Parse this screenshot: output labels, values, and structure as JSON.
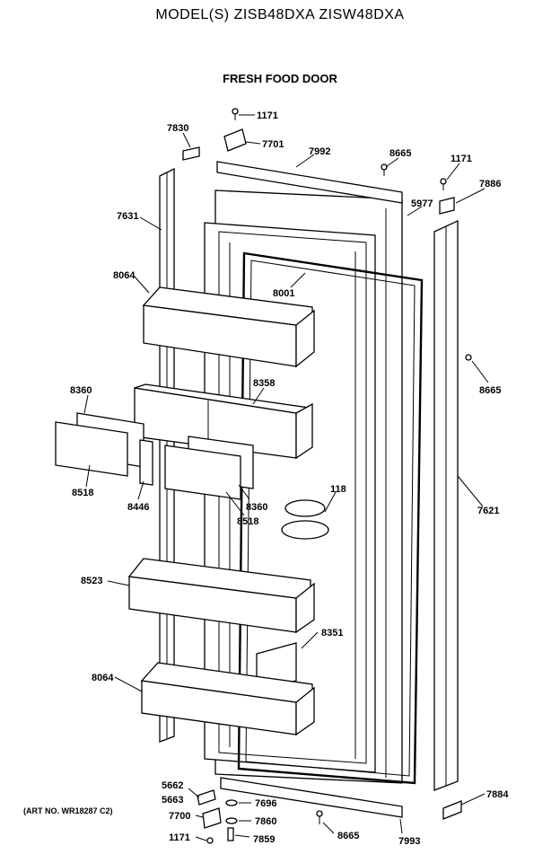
{
  "header": {
    "title": "MODEL(S) ZISB48DXA  ZISW48DXA",
    "subtitle": "FRESH FOOD DOOR"
  },
  "art_number": "(ART NO. WR18287 C2)",
  "callouts": {
    "c1171_top": "1171",
    "c7830": "7830",
    "c7701": "7701",
    "c7992": "7992",
    "c8665_top": "8665",
    "c1171_right": "1171",
    "c7886": "7886",
    "c5977": "5977",
    "c7631": "7631",
    "c8064_top": "8064",
    "c8001": "8001",
    "c8665_mid": "8665",
    "c8360_left": "8360",
    "c8358": "8358",
    "c8518_left": "8518",
    "c8446": "8446",
    "c8360_mid": "8360",
    "c8518_mid": "8518",
    "c118": "118",
    "c7621": "7621",
    "c8523": "8523",
    "c8351": "8351",
    "c8064_bottom": "8064",
    "c5662": "5662",
    "c5663": "5663",
    "c7696": "7696",
    "c7700": "7700",
    "c7860": "7860",
    "c1171_bottom": "1171",
    "c7859": "7859",
    "c8665_bottom": "8665",
    "c7993": "7993",
    "c7884": "7884"
  }
}
